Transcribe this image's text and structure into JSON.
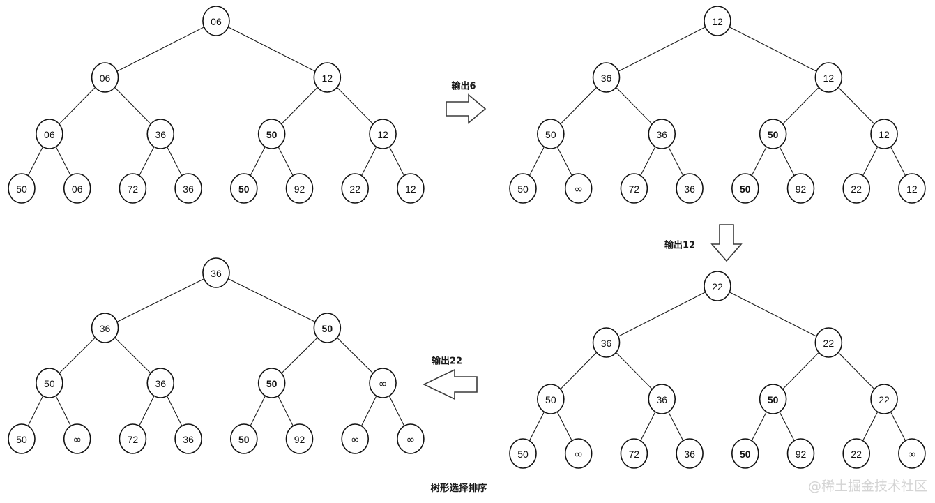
{
  "figure": {
    "caption": "树形选择排序",
    "watermark": "@稀土掘金技术社区",
    "node_stroke_color": "#111111",
    "edge_color": "#1a1a1a",
    "background_color": "#ffffff",
    "watermark_color": "#d4d4d4"
  },
  "chart_data": {
    "type": "diagram",
    "title": "树形选择排序",
    "description": "Tournament (tree) selection sort — four successive states of a complete binary winner tree with 8 leaves, connected by output arrows.",
    "trees": [
      {
        "id": "tree-1",
        "position": "top-left",
        "levels": [
          {
            "level": 0,
            "values": [
              "06"
            ],
            "bold": [
              false
            ]
          },
          {
            "level": 1,
            "values": [
              "06",
              "12"
            ],
            "bold": [
              false,
              false
            ]
          },
          {
            "level": 2,
            "values": [
              "06",
              "36",
              "50",
              "12"
            ],
            "bold": [
              false,
              false,
              true,
              false
            ]
          },
          {
            "level": 3,
            "values": [
              "50",
              "06",
              "72",
              "36",
              "50",
              "92",
              "22",
              "12"
            ],
            "bold": [
              false,
              false,
              false,
              false,
              true,
              false,
              false,
              false
            ]
          }
        ]
      },
      {
        "id": "tree-2",
        "position": "top-right",
        "levels": [
          {
            "level": 0,
            "values": [
              "12"
            ],
            "bold": [
              false
            ]
          },
          {
            "level": 1,
            "values": [
              "36",
              "12"
            ],
            "bold": [
              false,
              false
            ]
          },
          {
            "level": 2,
            "values": [
              "50",
              "36",
              "50",
              "12"
            ],
            "bold": [
              false,
              false,
              true,
              false
            ]
          },
          {
            "level": 3,
            "values": [
              "50",
              "∞",
              "72",
              "36",
              "50",
              "92",
              "22",
              "12"
            ],
            "bold": [
              false,
              false,
              false,
              false,
              true,
              false,
              false,
              false
            ]
          }
        ]
      },
      {
        "id": "tree-3",
        "position": "bottom-right",
        "levels": [
          {
            "level": 0,
            "values": [
              "22"
            ],
            "bold": [
              false
            ]
          },
          {
            "level": 1,
            "values": [
              "36",
              "22"
            ],
            "bold": [
              false,
              false
            ]
          },
          {
            "level": 2,
            "values": [
              "50",
              "36",
              "50",
              "22"
            ],
            "bold": [
              false,
              false,
              true,
              false
            ]
          },
          {
            "level": 3,
            "values": [
              "50",
              "∞",
              "72",
              "36",
              "50",
              "92",
              "22",
              "∞"
            ],
            "bold": [
              false,
              false,
              false,
              false,
              true,
              false,
              false,
              false
            ]
          }
        ]
      },
      {
        "id": "tree-4",
        "position": "bottom-left",
        "levels": [
          {
            "level": 0,
            "values": [
              "36"
            ],
            "bold": [
              false
            ]
          },
          {
            "level": 1,
            "values": [
              "36",
              "50"
            ],
            "bold": [
              false,
              true
            ]
          },
          {
            "level": 2,
            "values": [
              "50",
              "36",
              "50",
              "∞"
            ],
            "bold": [
              false,
              false,
              true,
              false
            ]
          },
          {
            "level": 3,
            "values": [
              "50",
              "∞",
              "72",
              "36",
              "50",
              "92",
              "∞",
              "∞"
            ],
            "bold": [
              false,
              false,
              false,
              false,
              true,
              false,
              false,
              false
            ]
          }
        ]
      }
    ],
    "arrows": [
      {
        "id": "arrow-output-6",
        "label": "输出6",
        "direction": "right"
      },
      {
        "id": "arrow-output-12",
        "label": "输出12",
        "direction": "down"
      },
      {
        "id": "arrow-output-22",
        "label": "输出22",
        "direction": "left"
      }
    ],
    "output_sequence": [
      "6",
      "12",
      "22"
    ]
  }
}
